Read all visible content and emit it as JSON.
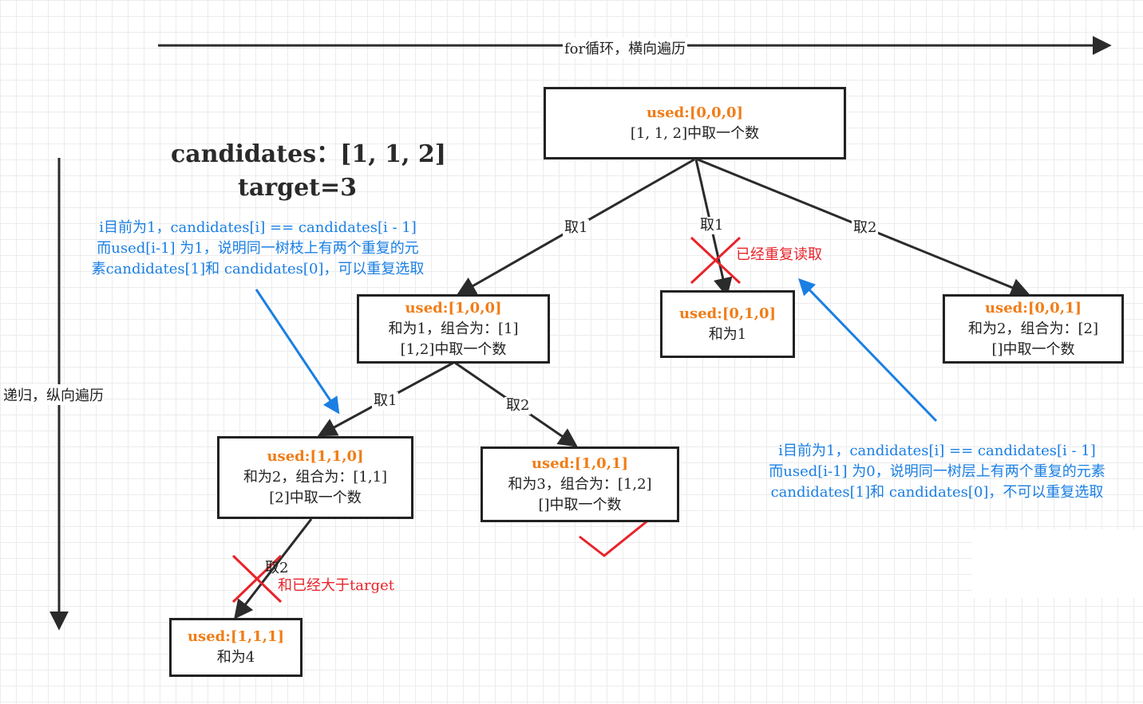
{
  "axes": {
    "horizontal_label": "for循环，横向遍历",
    "vertical_label": "递归，纵向遍历"
  },
  "header": {
    "candidates": "candidates：[1, 1, 2]",
    "target": "target=3"
  },
  "nodes": {
    "root": {
      "used": "used:[0,0,0]",
      "lines": [
        "[1, 1, 2]中取一个数"
      ]
    },
    "n100": {
      "used": "used:[1,0,0]",
      "lines": [
        "和为1，组合为：[1]",
        "[1,2]中取一个数"
      ]
    },
    "n010": {
      "used": "used:[0,1,0]",
      "lines": [
        "和为1"
      ]
    },
    "n001": {
      "used": "used:[0,0,1]",
      "lines": [
        "和为2，组合为：[2]",
        "[]中取一个数"
      ]
    },
    "n110": {
      "used": "used:[1,1,0]",
      "lines": [
        "和为2，组合为：[1,1]",
        "[2]中取一个数"
      ]
    },
    "n101": {
      "used": "used:[1,0,1]",
      "lines": [
        "和为3，组合为：[1,2]",
        "[]中取一个数"
      ]
    },
    "n111": {
      "used": "used:[1,1,1]",
      "lines": [
        "和为4"
      ]
    }
  },
  "edges": {
    "root_n100": "取1",
    "root_n010": "取1",
    "root_n001": "取2",
    "n100_n110": "取1",
    "n100_n101": "取2",
    "n110_n111": "取2"
  },
  "annotations": {
    "already_read": "已经重复读取",
    "sum_exceeds": "和已经大于target",
    "note_left": [
      "i目前为1，candidates[i] == candidates[i - 1]",
      "而used[i-1] 为1，说明同一树枝上有两个重复的元",
      "素candidates[1]和 candidates[0]，可以重复选取"
    ],
    "note_right": [
      "i目前为1，candidates[i] == candidates[i - 1]",
      "而used[i-1] 为0，说明同一树层上有两个重复的元素",
      "candidates[1]和 candidates[0]，不可以重复选取"
    ]
  },
  "colors": {
    "used_text": "#f07d18",
    "note_blue": "#1a7fe3",
    "mark_red": "#e8232a",
    "line": "#2b2b2b"
  }
}
